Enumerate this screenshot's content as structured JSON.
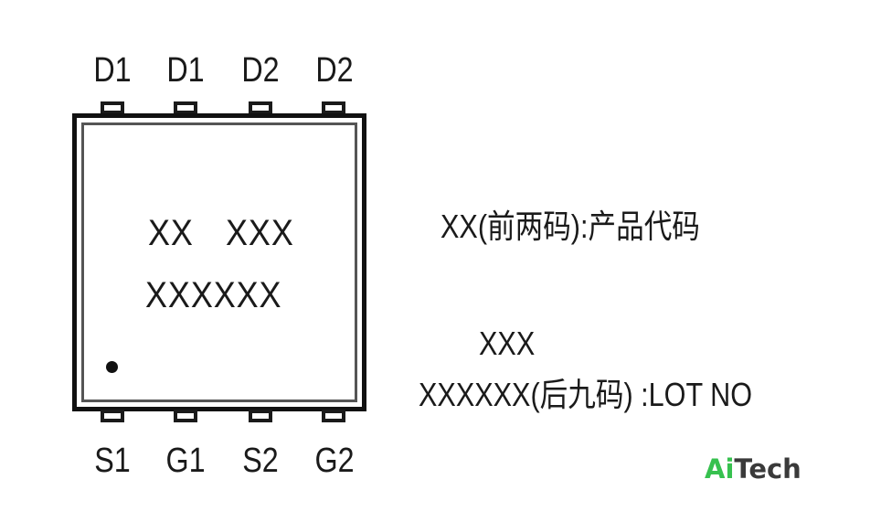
{
  "package": {
    "top_pins": [
      "D1",
      "D1",
      "D2",
      "D2"
    ],
    "bottom_pins": [
      "S1",
      "G1",
      "S2",
      "G2"
    ],
    "marking_line1_a": "XX",
    "marking_line1_b": "XXX",
    "marking_line2": "XXXXXX"
  },
  "legend": {
    "line1": "XX(前两码):产品代码",
    "line2": "XXX",
    "line3": "XXXXXX(后九码) :LOT NO"
  },
  "brand": {
    "ai": "Ai",
    "tech": "Tech",
    "colors": {
      "ai": "#37c14f",
      "tech": "#3a3a3a"
    }
  }
}
